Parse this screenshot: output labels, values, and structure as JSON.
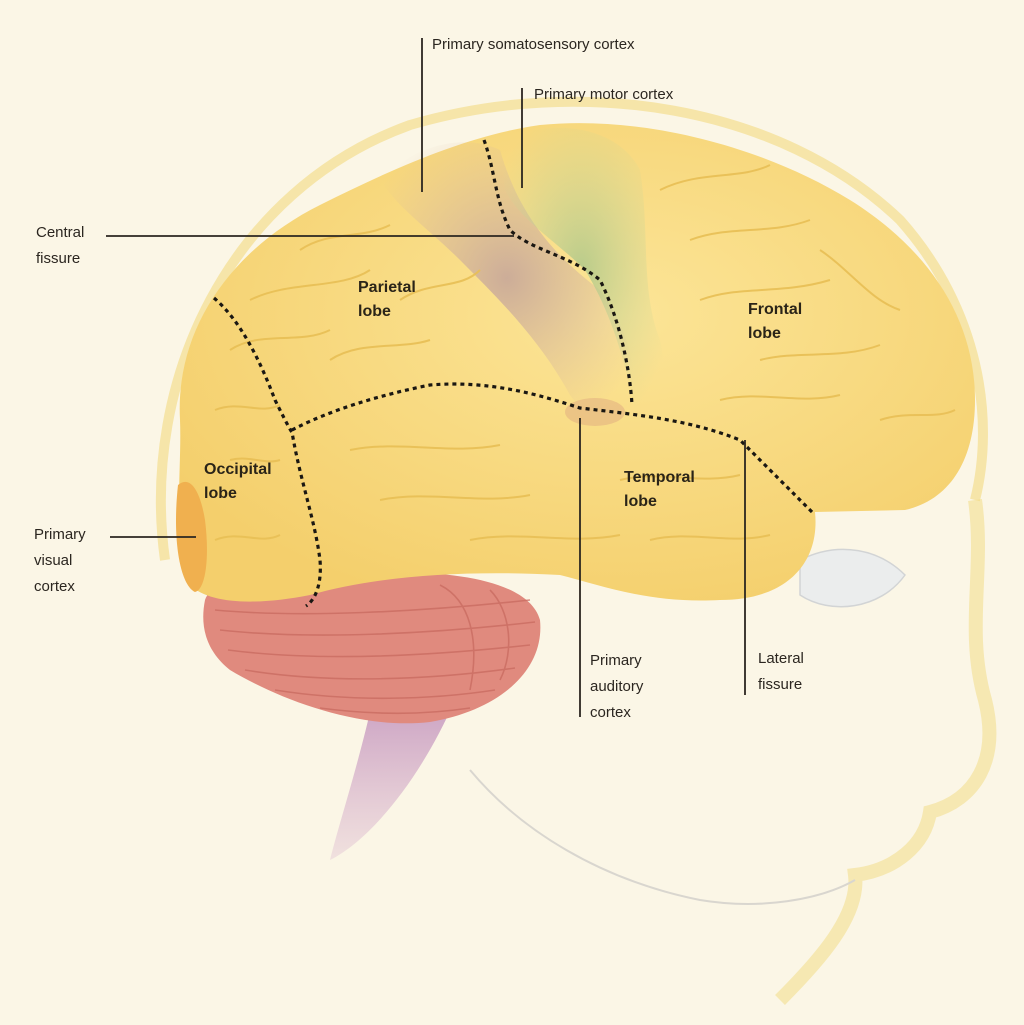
{
  "labels": {
    "primary_somatosensory_cortex": "Primary somatosensory cortex",
    "primary_motor_cortex": "Primary motor cortex",
    "central_fissure": [
      "Central",
      "fissure"
    ],
    "parietal_lobe": [
      "Parietal",
      "lobe"
    ],
    "frontal_lobe": [
      "Frontal",
      "lobe"
    ],
    "occipital_lobe": [
      "Occipital",
      "lobe"
    ],
    "temporal_lobe": [
      "Temporal",
      "lobe"
    ],
    "primary_visual_cortex": [
      "Primary",
      "visual",
      "cortex"
    ],
    "primary_auditory_cortex": [
      "Primary",
      "auditory",
      "cortex"
    ],
    "lateral_fissure": [
      "Lateral",
      "fissure"
    ]
  },
  "colors": {
    "background": "#fbf6e6",
    "head_outline": "#f3dc86",
    "cerebrum": "#f9dd83",
    "somatosensory": "#c9aa98",
    "motor": "#b9cb8c",
    "visual_cortex": "#f1b656",
    "cerebellum": "#e0867a",
    "brainstem": "#c997b8",
    "leader_line": "#2b2620"
  }
}
